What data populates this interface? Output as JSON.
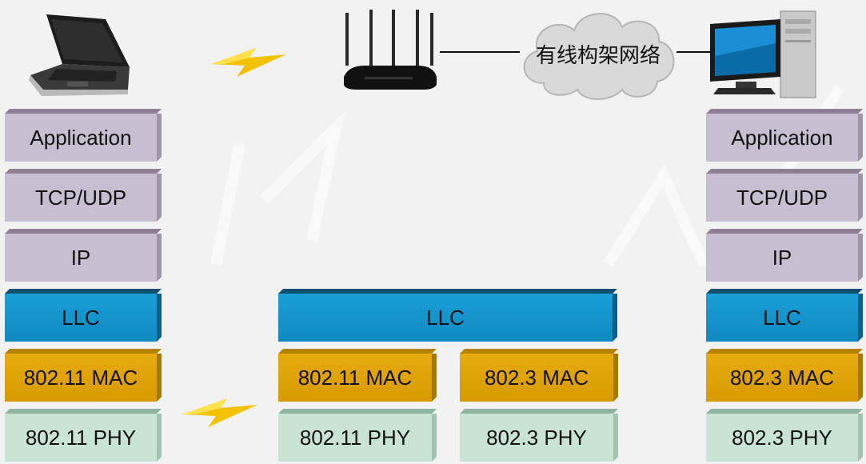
{
  "cloud": {
    "label": "有线构架网络"
  },
  "left_stack": [
    "Application",
    "TCP/UDP",
    "IP",
    "LLC",
    "802.11 MAC",
    "802.11 PHY"
  ],
  "ap": {
    "llc": "LLC",
    "wireless_mac": "802.11 MAC",
    "wired_mac": "802.3 MAC",
    "wireless_phy": "802.11 PHY",
    "wired_phy": "802.3 PHY"
  },
  "right_stack": [
    "Application",
    "TCP/UDP",
    "IP",
    "LLC",
    "802.3 MAC",
    "802.3 PHY"
  ],
  "icons": [
    "laptop-icon",
    "wireless-router-icon",
    "desktop-computer-icon",
    "wireless-signal-icon",
    "cloud-icon"
  ]
}
